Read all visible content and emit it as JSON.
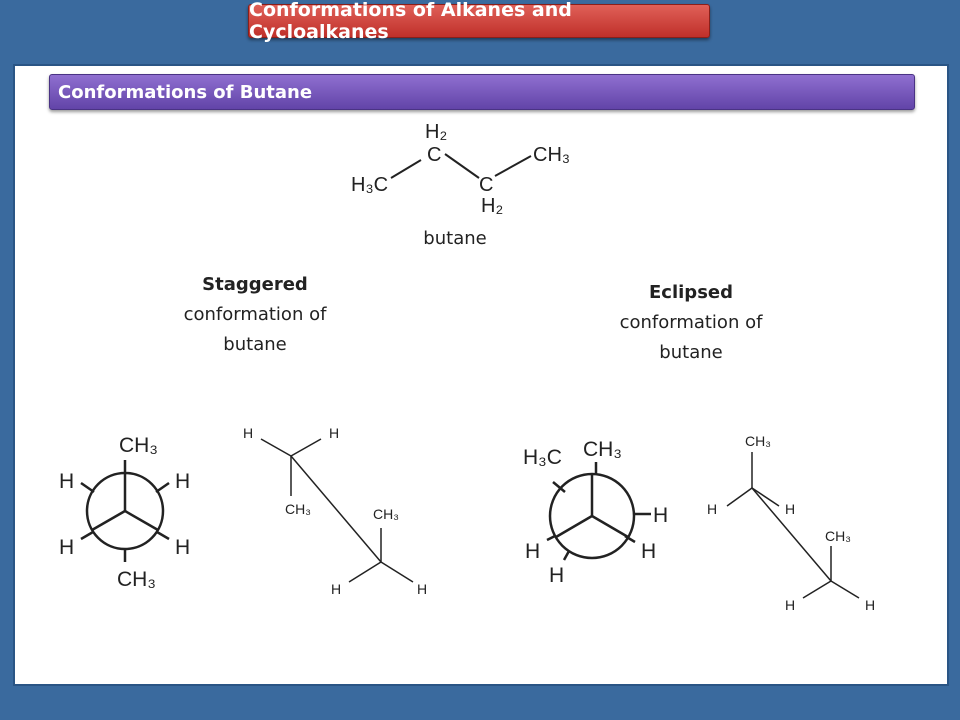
{
  "header": {
    "title": "Conformations of Alkanes and Cycloalkanes"
  },
  "section": {
    "title": "Conformations of Butane"
  },
  "butane": {
    "label": "butane",
    "c1": "H₃C",
    "c2_h": "H₂",
    "c2": "C",
    "c3": "C",
    "c3_h": "H₂",
    "c4": "CH₃"
  },
  "staggered": {
    "title": "Staggered",
    "line2": "conformation of",
    "line3": "butane",
    "newman": {
      "top": "CH₃",
      "bottom": "CH₃",
      "ul": "H",
      "ur": "H",
      "ll": "H",
      "lr": "H"
    },
    "sawhorse": {
      "h1": "H",
      "h2": "H",
      "ch3_a": "CH₃",
      "ch3_b": "CH₃",
      "h3": "H",
      "h4": "H"
    }
  },
  "eclipsed": {
    "title": "Eclipsed",
    "line2": "conformation of",
    "line3": "butane",
    "newman": {
      "front_ch3": "H₃C",
      "back_ch3": "CH₃",
      "h_right": "H",
      "h_lr": "H",
      "h_ll": "H",
      "h_bottom": "H"
    },
    "sawhorse": {
      "ch3_top": "CH₃",
      "h1": "H",
      "h2": "H",
      "ch3_b": "CH₃",
      "h3": "H",
      "h4": "H"
    }
  }
}
